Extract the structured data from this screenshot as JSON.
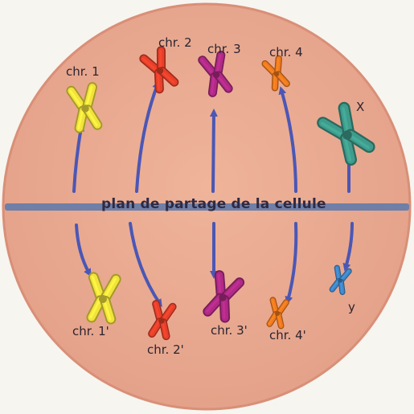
{
  "diagram": {
    "plane_label": "plan de partage de la cellule",
    "chromosomes_top": [
      {
        "id": "chr1",
        "label": "chr. 1",
        "color": "#f2e33c"
      },
      {
        "id": "chr2",
        "label": "chr. 2",
        "color": "#e8402a"
      },
      {
        "id": "chr3",
        "label": "chr. 3",
        "color": "#b02a86"
      },
      {
        "id": "chr4",
        "label": "chr. 4",
        "color": "#f07a1e"
      },
      {
        "id": "chrX",
        "label": "X",
        "color": "#3f9c8c"
      }
    ],
    "chromosomes_bottom": [
      {
        "id": "chr1p",
        "label": "chr. 1'",
        "color": "#f2e33c"
      },
      {
        "id": "chr2p",
        "label": "chr. 2'",
        "color": "#e8402a"
      },
      {
        "id": "chr3p",
        "label": "chr. 3'",
        "color": "#b02a86"
      },
      {
        "id": "chr4p",
        "label": "chr. 4'",
        "color": "#f07a1e"
      },
      {
        "id": "chrY",
        "label": "y",
        "color": "#3f87c9"
      }
    ],
    "colors": {
      "cell_fill": "#e9a98e",
      "cell_edge": "#d98f78",
      "plane": "#6f7fa8",
      "arrow": "#4b57b5"
    }
  }
}
